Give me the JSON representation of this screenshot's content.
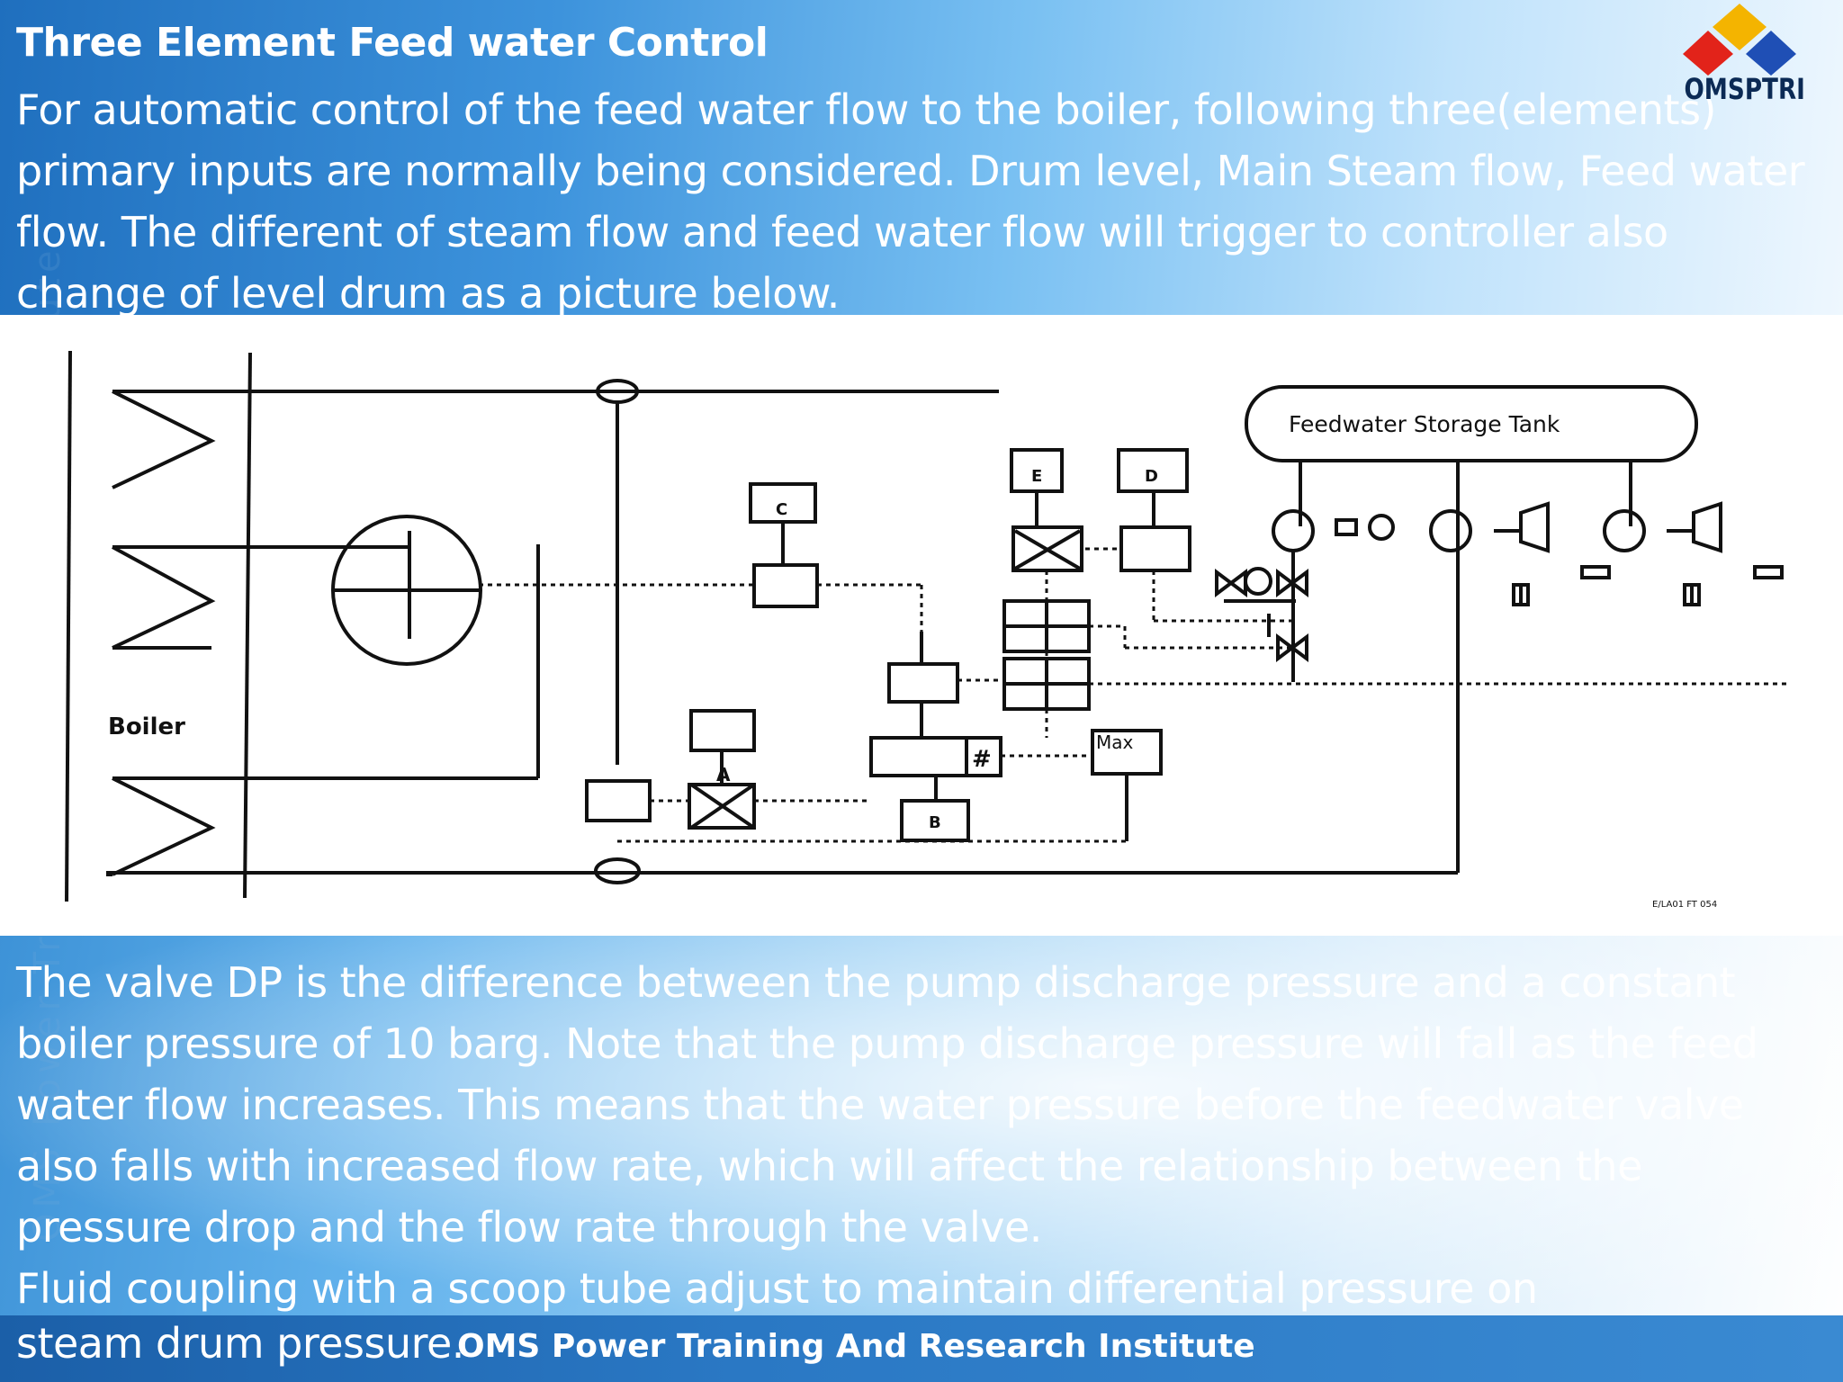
{
  "slide": {
    "title": "Three Element Feed water Control",
    "intro": "For automatic control of the feed water flow to the boiler, following three(elements) primary inputs are normally being considered. Drum level, Main Steam flow, Feed water flow. The different of steam flow and feed water flow will trigger to controller also change of level drum as a picture below.",
    "body_lines": [
      "The valve DP is the difference between the pump discharge pressure and a constant",
      "boiler pressure of 10 barg. Note that the pump discharge pressure will fall as the feed",
      "water flow increases. This means that the water pressure before the feedwater valve",
      "also falls with increased flow rate, which will affect the relationship between the",
      "pressure drop and the flow rate through the valve.",
      "Fluid coupling with a scoop tube adjust to maintain differential pressure on"
    ],
    "last_line": "steam drum pressure.",
    "watermark": "OMS Power Training And Research Institute"
  },
  "logo": {
    "text": "OMSPTRI",
    "colors": {
      "top": "#f4b400",
      "left": "#e2231a",
      "right": "#1f4fb5"
    }
  },
  "diagram": {
    "boiler_label": "Boiler",
    "tank_label": "Feedwater Storage Tank",
    "box_labels": {
      "a": "A",
      "b": "B",
      "c": "C",
      "d": "D",
      "e": "E"
    },
    "max_label": "Max",
    "hash_label": "#",
    "ref_code": "E/LA01 FT 054"
  },
  "footer": {
    "text": "OMS Power Training And Research Institute",
    "color": "#1b5fa8"
  }
}
